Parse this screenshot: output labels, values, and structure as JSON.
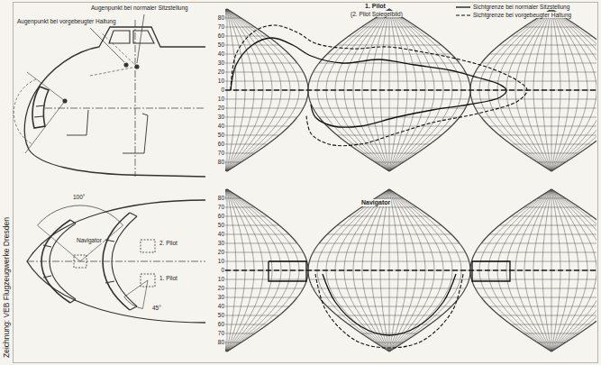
{
  "diagram": {
    "labels": [
      "Zeichnung: VEB Flugzeugwerke Dresden",
      "Augenpunkt bei vorgebeugter Haltung",
      "Augenpunkt bei normaler Sitzstellung",
      "100°",
      "Navigator",
      "2. Pilot",
      "1. Pilot",
      "45°",
      "1. Pilot",
      "(2. Pilot Spiegelbild)",
      "Navigator",
      "80",
      "70",
      "60",
      "50",
      "40",
      "30",
      "20",
      "10",
      "0",
      "10",
      "20",
      "30",
      "40",
      "50",
      "60",
      "70",
      "80",
      "80",
      "70",
      "60",
      "50",
      "40",
      "30",
      "20",
      "10",
      "0",
      "10",
      "20",
      "30",
      "40",
      "50",
      "60",
      "70",
      "80"
    ],
    "legend": [
      {
        "text": "Sichtgrenze bei normaler Sitzstellung"
      },
      {
        "text": "Sichtgrenze bei vorgebeugter Haltung"
      }
    ]
  }
}
